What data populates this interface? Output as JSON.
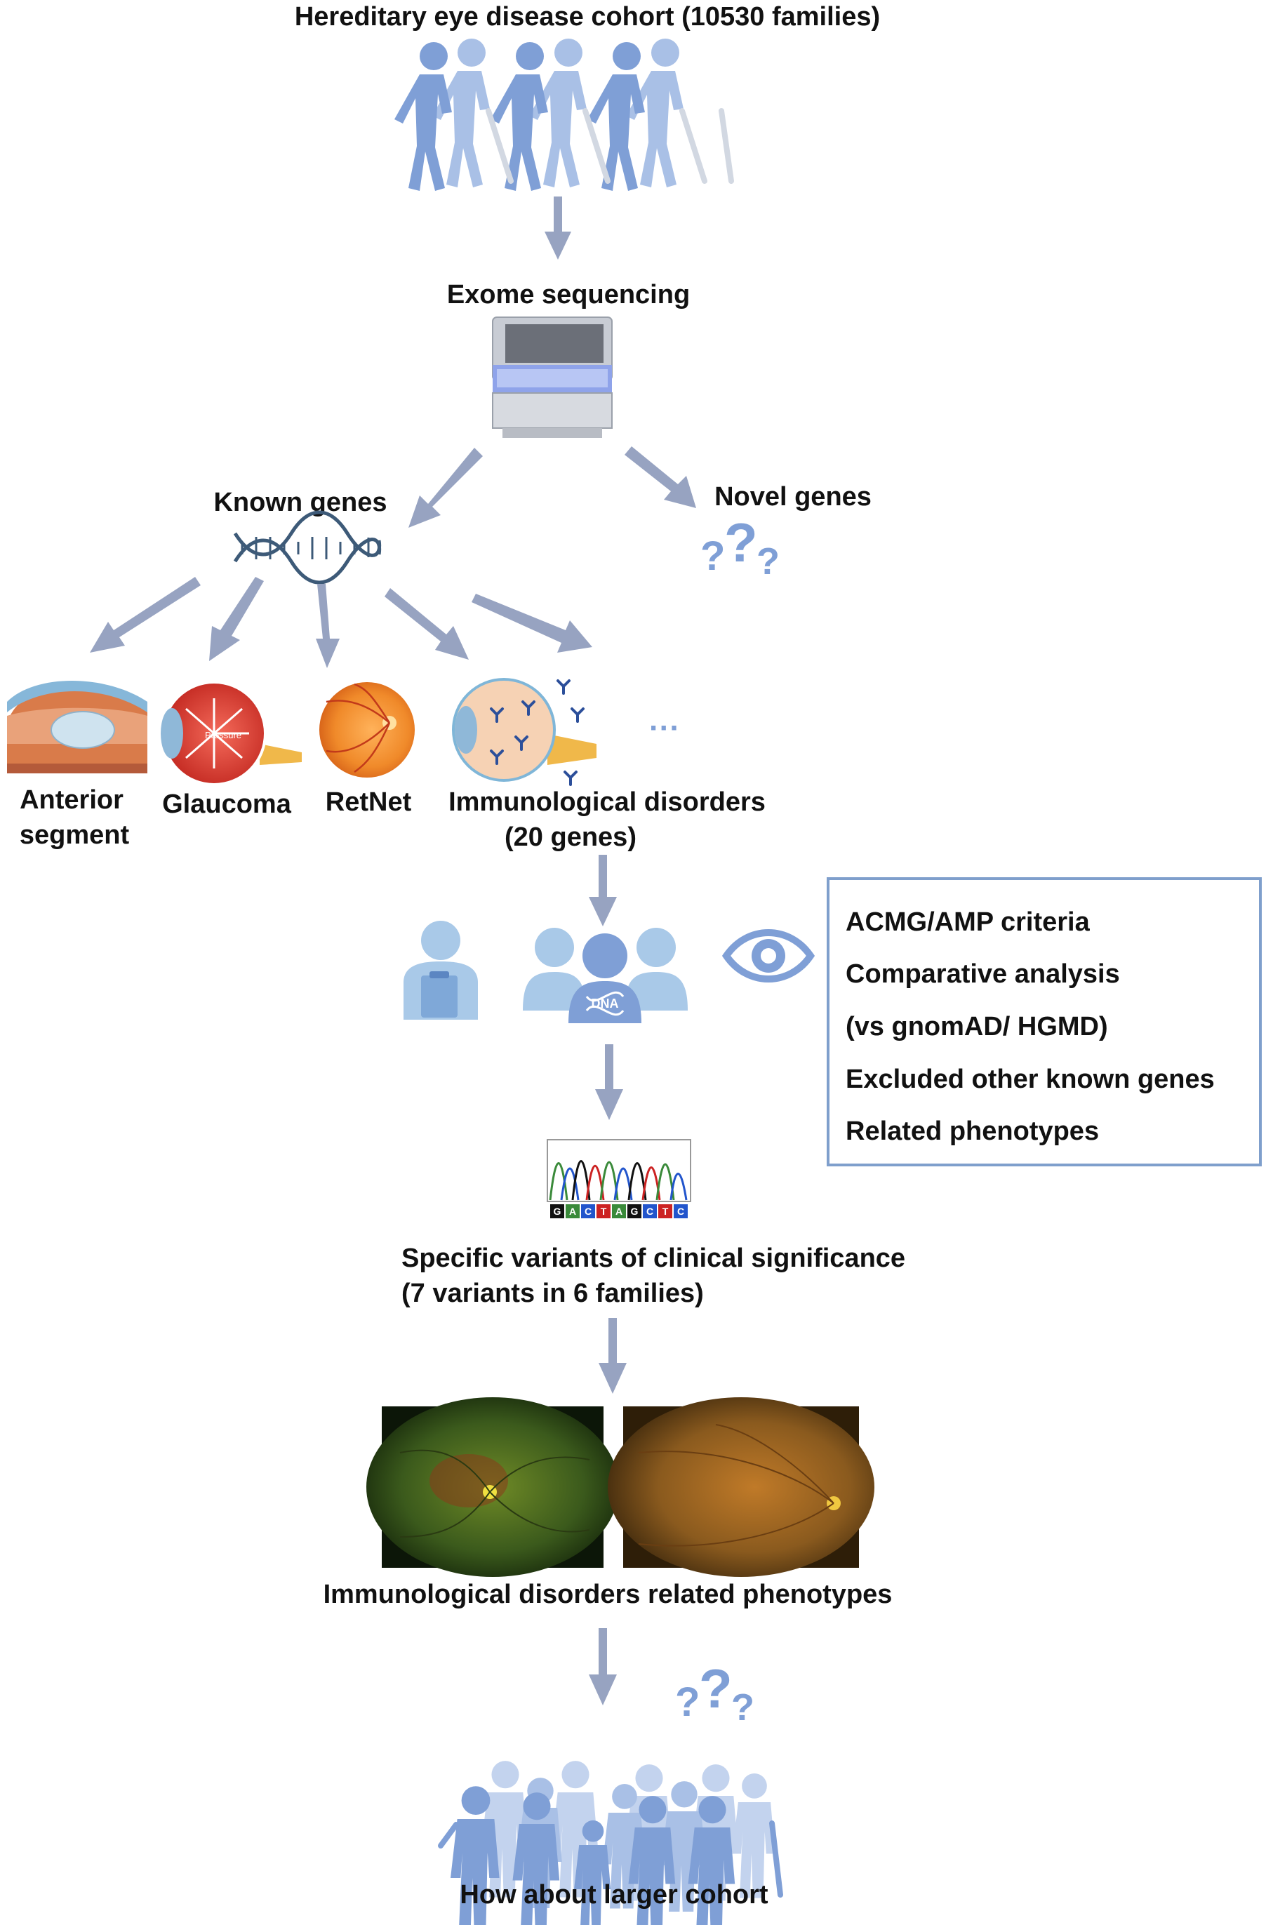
{
  "title": "Hereditary eye disease cohort (10530 families)",
  "step_sequencing": "Exome sequencing",
  "branch_known": "Known genes",
  "branch_novel": "Novel genes",
  "categories": {
    "anterior_line1": "Anterior",
    "anterior_line2": "segment",
    "glaucoma": "Glaucoma",
    "glaucoma_pressure": "Pressure",
    "retnet": "RetNet",
    "immuno_line1": "Immunological disorders",
    "immuno_line2": "(20 genes)",
    "more": "···"
  },
  "criteria_box": {
    "lines": [
      "ACMG/AMP criteria",
      "Comparative analysis",
      "(vs gnomAD/ HGMD)",
      "Excluded other known genes",
      "Related phenotypes"
    ]
  },
  "sequencing_bases": [
    "G",
    "A",
    "C",
    "T",
    "A",
    "G",
    "C",
    "T",
    "C"
  ],
  "variants_line1": "Specific variants of clinical significance",
  "variants_line2": "(7 variants in 6 families)",
  "phenotypes_label": "Immunological disorders related phenotypes",
  "dna_label": "DNA",
  "final_question": "How about larger cohort",
  "colors": {
    "figure_dark": "#7f9fd6",
    "figure_light": "#a9c0e6",
    "arrow": "#97a3c1",
    "box_border": "#7f9fcc",
    "dna": "#3d5a78",
    "question": "#7f9fd6"
  }
}
